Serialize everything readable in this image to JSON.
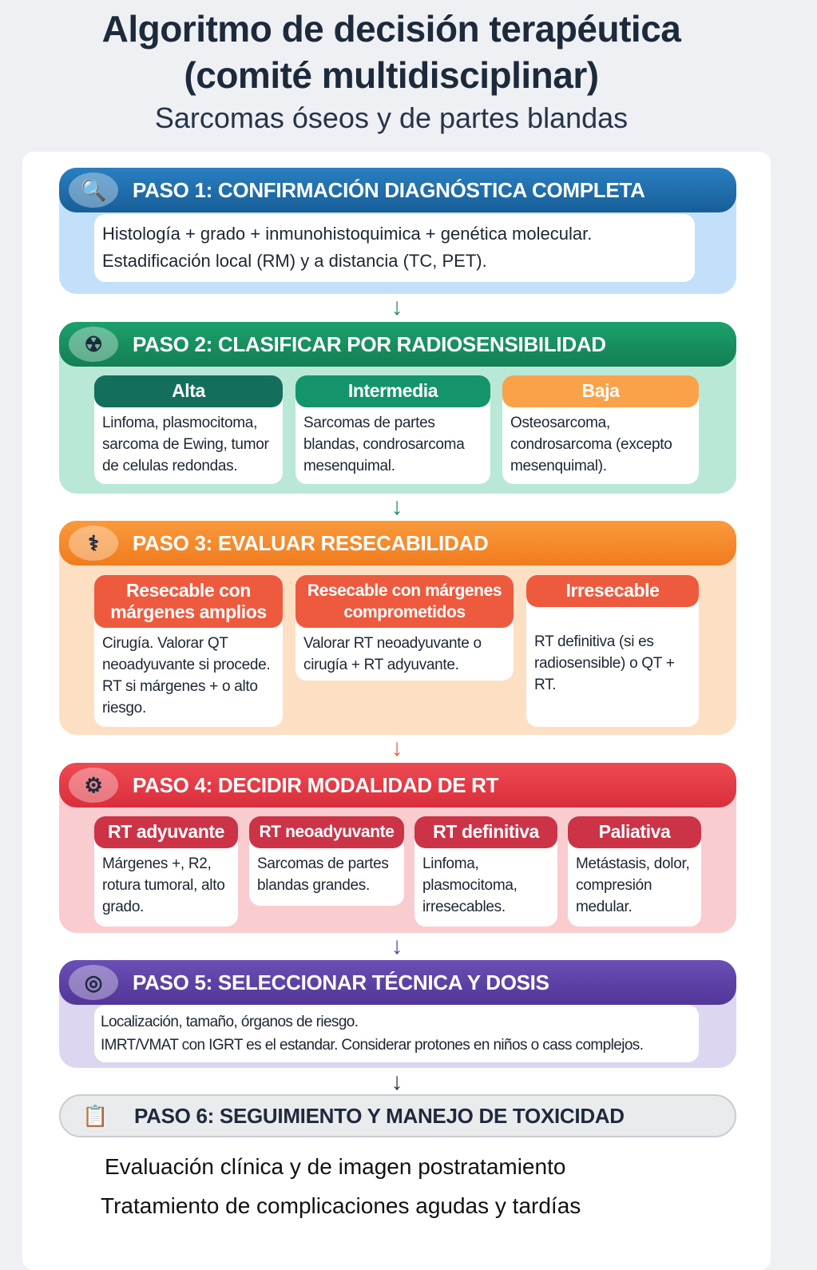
{
  "title": {
    "line1": "Algoritmo de decisión terapéutica",
    "line2": "(comité multidisciplinar)",
    "subtitle": "Sarcomas óseos y de partes blandas"
  },
  "colors": {
    "step1": "#1f6aa5",
    "step2": "#16915f",
    "step3": "#f68a2a",
    "step4": "#e53945",
    "step5": "#5b3fa6",
    "step6": "#e9eaec"
  },
  "steps": [
    {
      "title": "PASO 1: CONFIRMACIÓN DIAGNÓSTICA COMPLETA",
      "icon": "magnifier-icon",
      "lines": [
        "Histología + grado + inmunohistoquimica + genética molecular.",
        "Estadificación local (RM) y a distancia (TC, PET)."
      ]
    },
    {
      "title": "PASO 2: CLASIFICAR POR RADIOSENSIBILIDAD",
      "icon": "radiation-icon",
      "cards": [
        {
          "label": "Alta",
          "text": "Linfoma, plasmocitoma, sarcoma de Ewing, tumor de celulas redondas.",
          "color": "#136f5c"
        },
        {
          "label": "Intermedia",
          "text": "Sarcomas de partes blandas, condrosarcoma mesenquimal.",
          "color": "#14946a"
        },
        {
          "label": "Baja",
          "text": "Osteosarcoma, condrosarcoma (excepto mesenquimal).",
          "color": "#f9a24a"
        }
      ]
    },
    {
      "title": "PASO 3: EVALUAR RESECABILIDAD",
      "icon": "surgeon-icon",
      "cards": [
        {
          "label": "Resecable con márgenes amplios",
          "text": "Cirugía. Valorar QT neoadyuvante si procede. RT si márgenes + o alto riesgo."
        },
        {
          "label": "Resecable con márgenes comprometidos",
          "text": "Valorar RT neoadyuvante o cirugía + RT adyuvante."
        },
        {
          "label": "Irresecable",
          "text": "RT definitiva (si es radiosensible) o QT + RT."
        }
      ]
    },
    {
      "title": "PASO 4: DECIDIR MODALIDAD DE RT",
      "icon": "linac-icon",
      "cards": [
        {
          "label": "RT adyuvante",
          "text": "Márgenes +, R2, rotura tumoral, alto grado."
        },
        {
          "label": "RT neoadyuvante",
          "text": "Sarcomas de partes blandas grandes."
        },
        {
          "label": "RT definitiva",
          "text": "Linfoma, plasmocitoma, irresecables."
        },
        {
          "label": "Paliativa",
          "text": "Metástasis, dolor, compresión medular."
        }
      ]
    },
    {
      "title": "PASO 5: SELECCIONAR TÉCNICA Y DOSIS",
      "icon": "gantry-icon",
      "lines": [
        "Localización, tamaño, órganos de riesgo.",
        "IMRT/VMAT con IGRT es el estandar. Considerar protones en niños o cass complejos."
      ]
    },
    {
      "title": "PASO 6: SEGUIMIENTO Y MANEJO DE TOXICIDAD",
      "icon": "clipboard-monitor-icon",
      "lines": [
        "Evaluación clínica y de imagen postratamiento",
        "Tratamiento de complicaciones agudas y tardías"
      ]
    }
  ]
}
